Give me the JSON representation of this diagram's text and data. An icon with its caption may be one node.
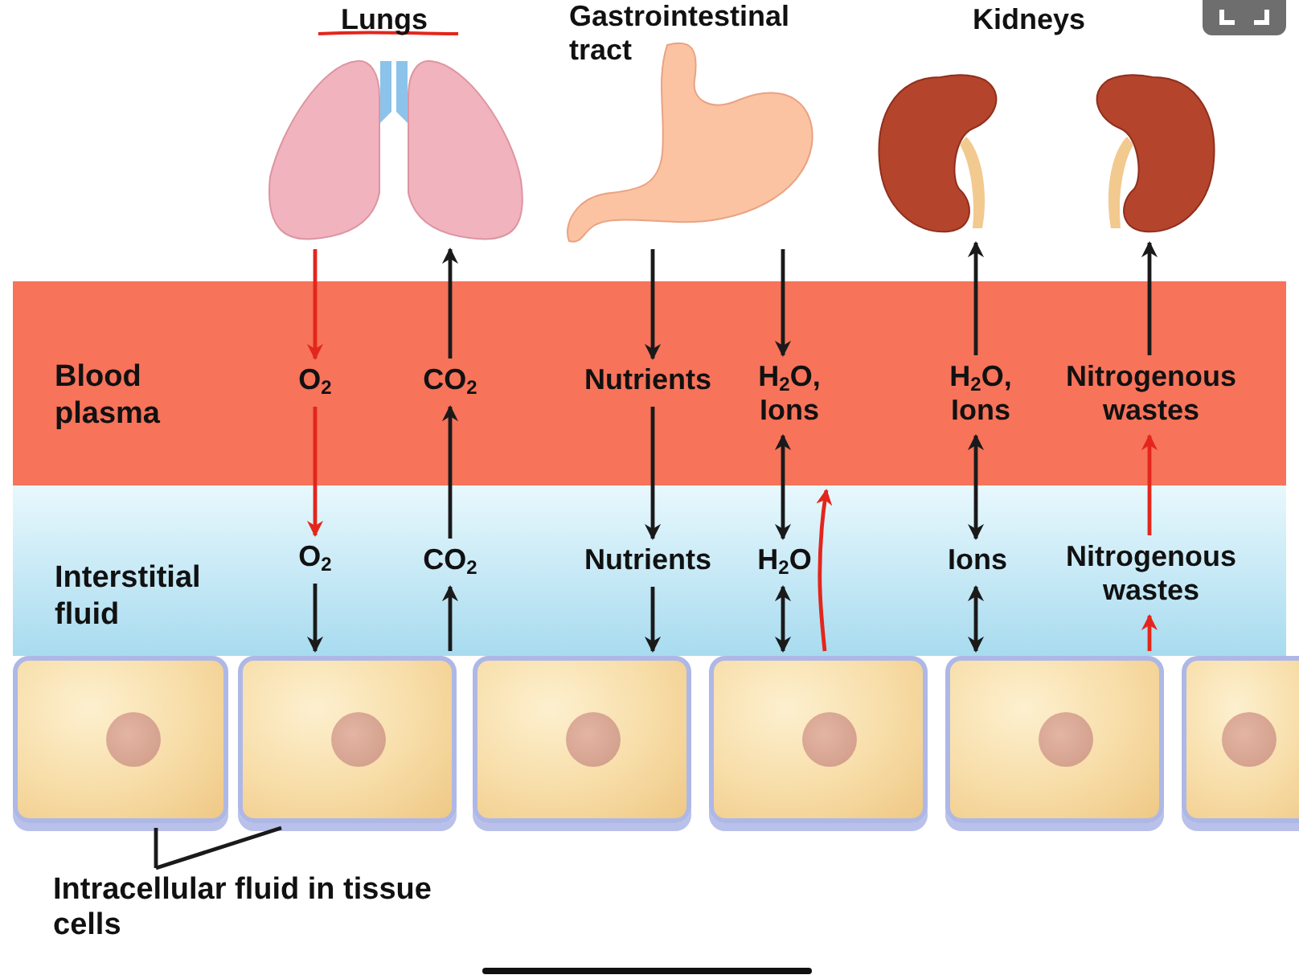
{
  "diagram": {
    "nodes": [
      {
        "text": [
          "Lungs"
        ]
      },
      {
        "text": [
          "Gastrointestinal tract"
        ]
      },
      {
        "text": [
          "Kidneys"
        ]
      },
      {
        "text": [],
        "shape": "picture",
        "in": 2
      },
      {
        "text": [],
        "shape": "picture",
        "in": 2
      },
      {
        "text": [
          "Blood plasma"
        ]
      },
      {
        "text": [
          "O$_{2}$"
        ],
        "in": 5
      },
      {
        "text": [
          "CO$_{2}$"
        ],
        "in": 5
      },
      {
        "text": [
          "Nutrients"
        ],
        "in": 5
      },
      {
        "text": [
          "H$_{2}$O, Ions"
        ],
        "in": 5
      },
      {
        "text": [
          "H$_{2}$O, Ions"
        ],
        "in": 5
      },
      {
        "text": [
          "Nitrogenous wastes"
        ],
        "in": 5
      },
      {
        "text": [
          "Interstitial fluid"
        ]
      },
      {
        "text": [
          "O$_{2}$"
        ],
        "in": 12
      },
      {
        "text": [
          "CO$_{2}$"
        ],
        "in": 12
      },
      {
        "text": [
          "Nutrients"
        ],
        "in": 12
      },
      {
        "text": [
          "H$_{2}$O"
        ],
        "in": 12
      },
      {
        "text": [
          "Ions"
        ],
        "in": 12
      },
      {
        "text": [
          "Nitrogenous wastes"
        ],
        "in": 12
      },
      {
        "text": [],
        "shape": "box"
      },
      {
        "text": [],
        "shape": "box"
      },
      {
        "text": [],
        "shape": "box"
      },
      {
        "text": [],
        "shape": "box"
      },
      {
        "text": [],
        "shape": "box"
      },
      {
        "text": [],
        "shape": "box"
      },
      {
        "text": [
          "Intracellular fluid in tissue cells"
        ]
      }
    ],
    "edges": [
      {
        "from": 0,
        "to": 6,
        "arrow": "to",
        "color": "#e3261c"
      },
      {
        "from": 7,
        "to": 0,
        "arrow": "to"
      },
      {
        "from": 1,
        "to": 8,
        "arrow": "to"
      },
      {
        "from": 1,
        "to": 9,
        "arrow": "to"
      },
      {
        "from": 10,
        "to": 3,
        "arrow": "to"
      },
      {
        "from": 11,
        "to": 4,
        "arrow": "to"
      },
      {
        "from": 6,
        "to": 13,
        "arrow": "to",
        "color": "#e3261c"
      },
      {
        "from": 14,
        "to": 7,
        "arrow": "to"
      },
      {
        "from": 8,
        "to": 15,
        "arrow": "to"
      },
      {
        "from": 9,
        "to": 16,
        "arrow": "both"
      },
      {
        "from": 10,
        "to": 17,
        "arrow": "both"
      },
      {
        "from": 18,
        "to": 11,
        "arrow": "to",
        "color": "#e3261c"
      },
      {
        "from": 13,
        "to": 20,
        "arrow": "to"
      },
      {
        "from": 20,
        "to": 14,
        "arrow": "to"
      },
      {
        "from": 15,
        "to": 21,
        "arrow": "to"
      },
      {
        "from": 16,
        "to": 22,
        "arrow": "both"
      },
      {
        "from": 17,
        "to": 23,
        "arrow": "both"
      },
      {
        "from": 23,
        "to": 18,
        "arrow": "to",
        "color": "#e3261c"
      },
      {
        "from": 22,
        "to": 5,
        "arrow": "to",
        "color": "#e3261c"
      },
      {
        "from": 25,
        "to": 19,
        "arrow": "none"
      },
      {
        "from": 25,
        "to": 20,
        "arrow": "none"
      }
    ]
  }
}
